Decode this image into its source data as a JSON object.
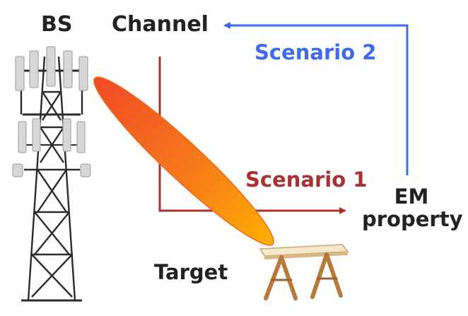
{
  "labels": {
    "bs": "BS",
    "channel": "Channel",
    "scenario_1": "Scenario 1",
    "scenario_2": "Scenario 2",
    "em_line1": "EM",
    "em_line2": "property",
    "target": "Target"
  },
  "colors": {
    "scenario_1": "#a83232",
    "scenario_2": "#3d6bea",
    "beam_start": "#ef4a26",
    "beam_end": "#ffb000",
    "text": "#222222"
  },
  "icons": {
    "tower": "cell-tower-icon",
    "table": "wooden-table-icon"
  }
}
